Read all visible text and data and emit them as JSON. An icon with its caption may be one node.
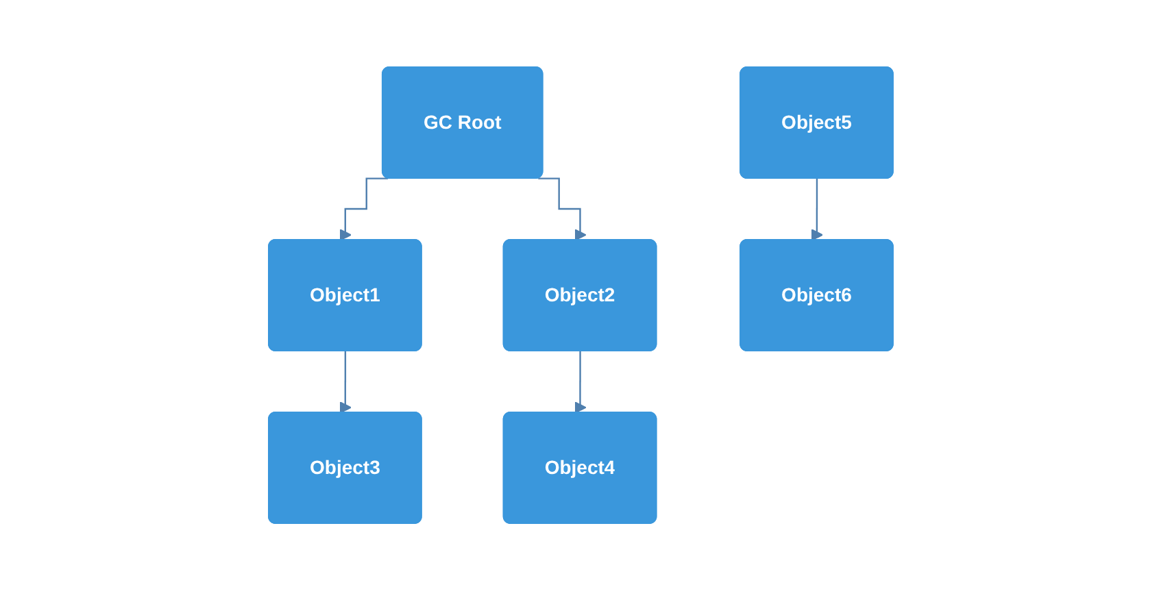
{
  "diagram": {
    "nodes": [
      {
        "text": [
          "GC Root"
        ]
      },
      {
        "text": [
          "Object1"
        ]
      },
      {
        "text": [
          "Object2"
        ]
      },
      {
        "text": [
          "Object3"
        ]
      },
      {
        "text": [
          "Object4"
        ]
      },
      {
        "text": [
          "Object5"
        ]
      },
      {
        "text": [
          "Object6"
        ]
      }
    ],
    "edges": [
      {
        "from": 0,
        "to": 1,
        "arrow": "to"
      },
      {
        "from": 0,
        "to": 2,
        "arrow": "to"
      },
      {
        "from": 1,
        "to": 3,
        "arrow": "to"
      },
      {
        "from": 2,
        "to": 4,
        "arrow": "to"
      },
      {
        "from": 5,
        "to": 6,
        "arrow": "to"
      }
    ]
  }
}
